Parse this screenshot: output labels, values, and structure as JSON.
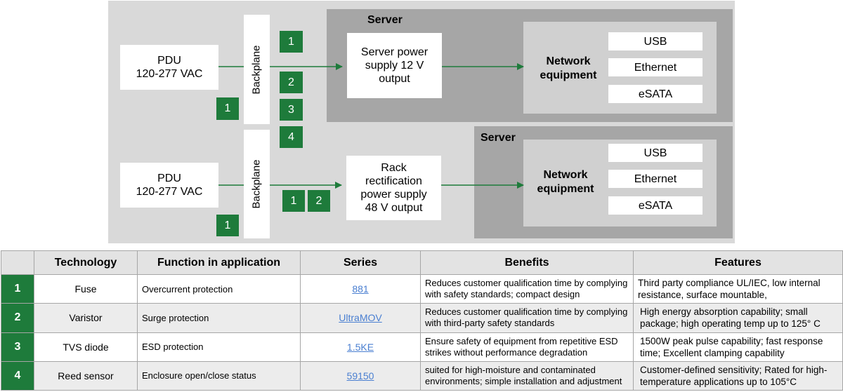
{
  "diagram": {
    "top": {
      "pdu_line1": "PDU",
      "pdu_line2": "120-277 VAC",
      "backplane": "Backplane",
      "badges": [
        "1",
        "1",
        "2",
        "3",
        "4"
      ],
      "server_label": "Server",
      "power_supply": [
        "Server power",
        "supply 12 V",
        "output"
      ],
      "network_line1": "Network",
      "network_line2": "equipment",
      "ports": [
        "USB",
        "Ethernet",
        "eSATA"
      ]
    },
    "bottom": {
      "pdu_line1": "PDU",
      "pdu_line2": "120-277 VAC",
      "backplane": "Backplane",
      "badges": [
        "1",
        "2",
        "1"
      ],
      "server_label": "Server",
      "power_supply": [
        "Rack",
        "rectification",
        "power supply",
        "48 V output"
      ],
      "network_line1": "Network",
      "network_line2": "equipment",
      "ports": [
        "USB",
        "Ethernet",
        "eSATA"
      ]
    }
  },
  "table": {
    "headers": [
      "",
      "Technology",
      "Function in application",
      "Series",
      "Benefits",
      "Features"
    ],
    "rows": [
      {
        "num": "1",
        "technology": "Fuse",
        "function": "Overcurrent protection",
        "series": "881",
        "benefits": "Reduces customer qualification time by complying with safety standards; compact design",
        "features": "Third party compliance UL/IEC, low internal resistance, surface mountable,"
      },
      {
        "num": "2",
        "technology": "Varistor",
        "function": "Surge protection",
        "series": "UltraMOV",
        "benefits": "Reduces customer qualification time by complying with third-party safety standards",
        "features": "High energy absorption capability; small package; high operating temp up to 125° C"
      },
      {
        "num": "3",
        "technology": "TVS diode",
        "function": "ESD protection",
        "series": "1.5KE",
        "benefits": "Ensure safety of equipment from repetitive ESD strikes  without performance degradation",
        "features": "1500W peak pulse capability; fast response time; Excellent clamping capability"
      },
      {
        "num": "4",
        "technology": "Reed sensor",
        "function": "Enclosure open/close status",
        "series": "59150",
        "benefits": "suited for high-moisture and contaminated environments; simple installation and adjustment",
        "features": "Customer-defined sensitivity; Rated for high-temperature applications up to 105°C"
      }
    ]
  },
  "colors": {
    "badge_green": "#1e7b3b",
    "arrow_green": "#1e7b3b",
    "diagram_bg": "#d9d9d9",
    "server_bg": "#a6a6a6",
    "link_blue": "#4a7fd1"
  }
}
